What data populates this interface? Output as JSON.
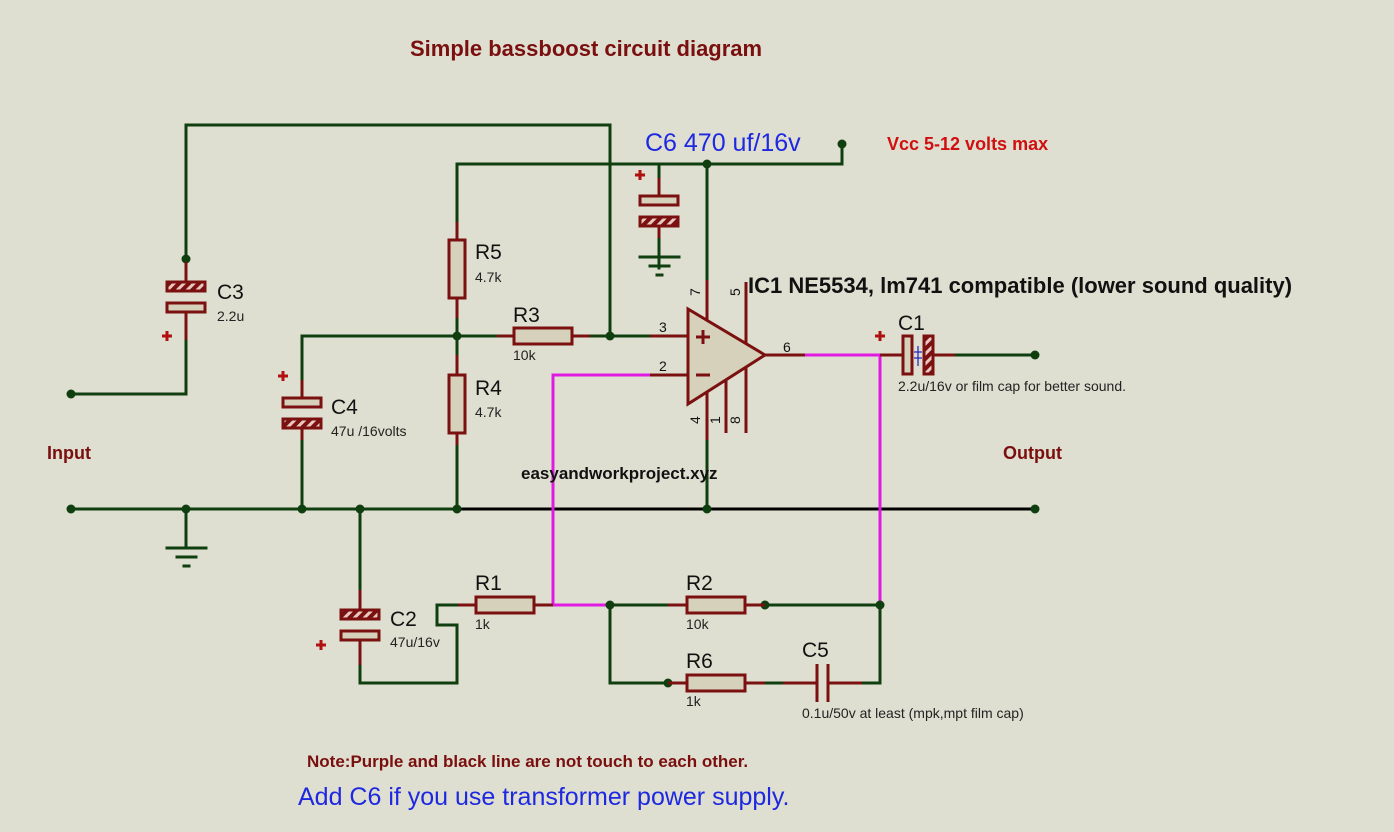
{
  "title": "Simple bassboost circuit diagram",
  "annotations": {
    "c6_note": "C6 470 uf/16v",
    "vcc": "Vcc 5-12 volts max",
    "ic_note": "IC1 NE5534, lm741 compatible (lower sound quality)",
    "c1_note": "2.2u/16v or film cap for better sound.",
    "c5_note": "0.1u/50v at least (mpk,mpt film cap)",
    "watermark": "easyandworkproject.xyz",
    "note_lines": "Note:Purple and black line  are not touch to each other.",
    "note_c6": "Add C6 if you use transformer power supply."
  },
  "ports": {
    "input": "Input",
    "output": "Output"
  },
  "components": {
    "C3": {
      "ref": "C3",
      "value": "2.2u"
    },
    "C4": {
      "ref": "C4",
      "value": "47u /16volts"
    },
    "R5": {
      "ref": "R5",
      "value": "4.7k"
    },
    "R4": {
      "ref": "R4",
      "value": "4.7k"
    },
    "R3": {
      "ref": "R3",
      "value": "10k"
    },
    "C1": {
      "ref": "C1"
    },
    "C2": {
      "ref": "C2",
      "value": "47u/16v"
    },
    "R1": {
      "ref": "R1",
      "value": "1k"
    },
    "R2": {
      "ref": "R2",
      "value": "10k"
    },
    "R6": {
      "ref": "R6",
      "value": "1k"
    },
    "C5": {
      "ref": "C5"
    }
  },
  "opamp_pins": {
    "p3": "3",
    "p2": "2",
    "p6": "6",
    "p7": "7",
    "p5": "5",
    "p4": "4",
    "p1": "1",
    "p8": "8"
  },
  "symbols": {
    "plus": "+",
    "minus": "−"
  }
}
